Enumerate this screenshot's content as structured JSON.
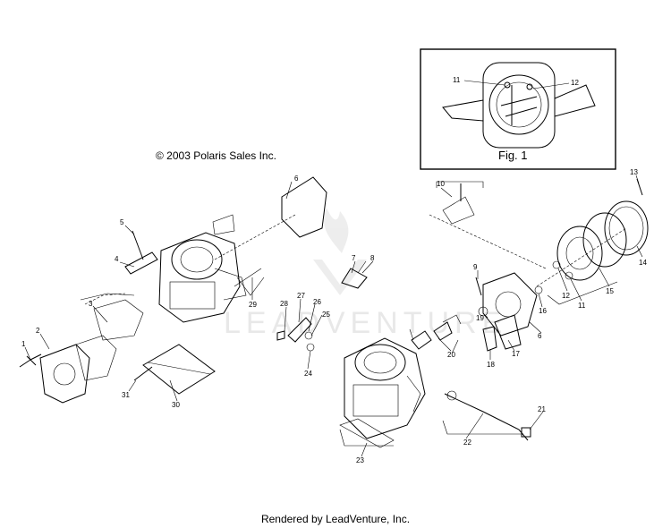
{
  "copyright": "© 2003 Polaris Sales Inc.",
  "footer": "Rendered by LeadVenture, Inc.",
  "watermark": "LEADVENTURE",
  "inset": {
    "caption": "Fig. 1",
    "callouts": [
      "11",
      "12"
    ]
  },
  "callouts": [
    "1",
    "2",
    "3",
    "4",
    "5",
    "6",
    "7",
    "8",
    "9",
    "10",
    "11",
    "12",
    "13",
    "14",
    "15",
    "16",
    "17",
    "18",
    "19",
    "20",
    "21",
    "22",
    "23",
    "24",
    "25",
    "26",
    "27",
    "28",
    "29",
    "30",
    "31"
  ],
  "callouts_right": {
    "c6": "6",
    "c11": "11",
    "c12": "12"
  }
}
